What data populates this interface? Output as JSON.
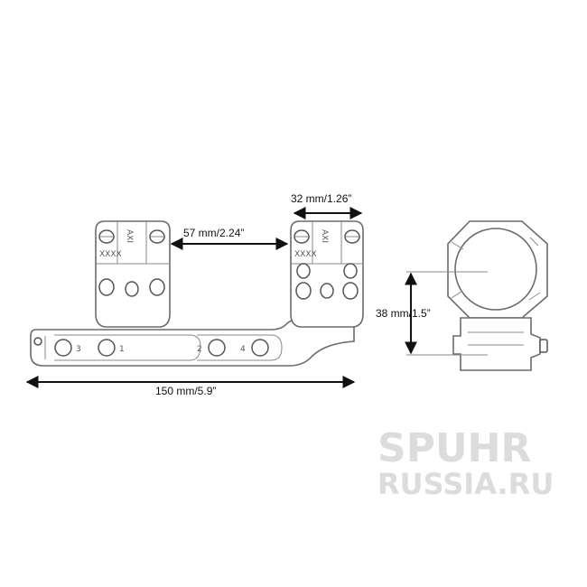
{
  "dimensions": {
    "ring_width": "32 mm/1.26”",
    "ring_spacing": "57 mm/2.24”",
    "overall_length": "150 mm/5.9”",
    "center_height": "38 mm/1.5”"
  },
  "mount_markings": {
    "front_ring_code": "AXI",
    "rear_ring_code": "AXI",
    "front_ring_serial": "XXXX",
    "rear_ring_serial": "XXXX",
    "screw_numbers": [
      "3",
      "1",
      "2",
      "4"
    ]
  },
  "watermark": {
    "line1": "SPUHR",
    "line2": "RUSSIA.RU"
  },
  "colors": {
    "outline": "#6b6b6b",
    "dimension": "#111111",
    "watermark": "#dcdcdc"
  }
}
